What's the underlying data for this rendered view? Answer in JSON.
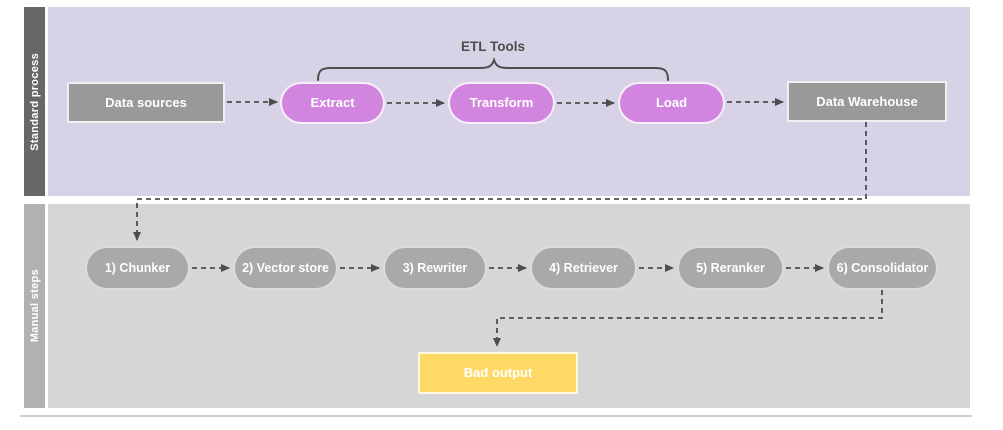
{
  "diagram": {
    "annotation": {
      "label": "ETL Tools"
    },
    "lanes": [
      {
        "label": "Standard process",
        "nodes": [
          {
            "label": "Data sources"
          },
          {
            "label": "Extract"
          },
          {
            "label": "Transform"
          },
          {
            "label": "Load"
          },
          {
            "label": "Data Warehouse"
          }
        ]
      },
      {
        "label": "Manual steps",
        "nodes": [
          {
            "label": "1) Chunker"
          },
          {
            "label": "2) Vector store"
          },
          {
            "label": "3) Rewriter"
          },
          {
            "label": "4) Retriever"
          },
          {
            "label": "5) Reranker"
          },
          {
            "label": "6) Consolidator"
          },
          {
            "label": "Bad output"
          }
        ]
      }
    ],
    "colors": {
      "lane_top_bg": "#d8d2e6",
      "lane_bottom_bg": "#d6d6d6",
      "lane_top_bar": "#676767",
      "lane_bottom_bar": "#b1b1b1",
      "source_node": "#999999",
      "etl_node": "#d285de",
      "manual_node": "#a9a9a9",
      "bad_output_node": "#fed966",
      "connector": "#4d4d4d",
      "node_text": "#ffffff"
    }
  }
}
